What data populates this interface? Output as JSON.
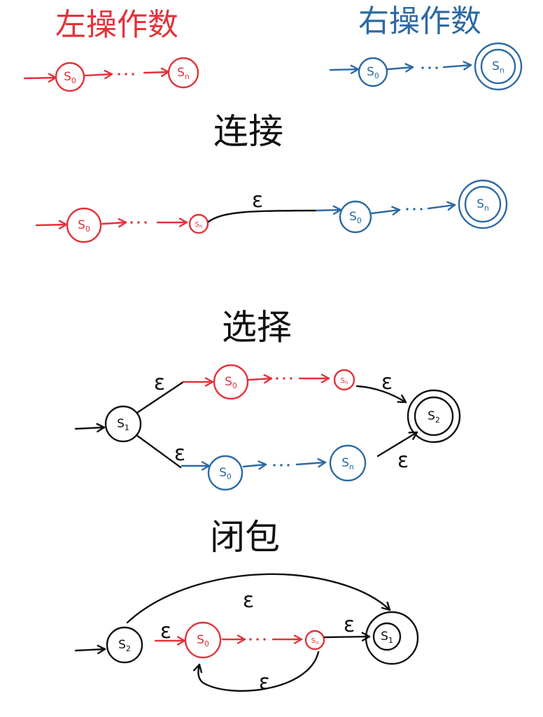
{
  "colors": {
    "left_operand": "#e3323a",
    "right_operand": "#2d6aa3",
    "ink": "#111111",
    "background": "#ffffff"
  },
  "left_operand": {
    "title": "左操作数",
    "states": [
      {
        "letter": "S",
        "sub": "0"
      },
      {
        "letter": "S",
        "sub": "n"
      }
    ]
  },
  "right_operand": {
    "title": "右操作数",
    "states": [
      {
        "letter": "S",
        "sub": "0"
      },
      {
        "letter": "S",
        "sub": "n",
        "accepting": true
      }
    ]
  },
  "concatenation": {
    "title": "连接",
    "edge_label": "ε",
    "left_states": [
      {
        "letter": "S",
        "sub": "0"
      },
      {
        "letter": "S",
        "sub": "n"
      }
    ],
    "right_states": [
      {
        "letter": "S",
        "sub": "0"
      },
      {
        "letter": "S",
        "sub": "n",
        "accepting": true
      }
    ]
  },
  "alternation": {
    "title": "选择",
    "start": {
      "letter": "S",
      "sub": "1"
    },
    "final": {
      "letter": "S",
      "sub": "2",
      "accepting": true
    },
    "upper_states": [
      {
        "letter": "S",
        "sub": "0"
      },
      {
        "letter": "S",
        "sub": "n"
      }
    ],
    "lower_states": [
      {
        "letter": "S",
        "sub": "0"
      },
      {
        "letter": "S",
        "sub": "n"
      }
    ],
    "edge_labels": [
      "ε",
      "ε",
      "ε",
      "ε"
    ]
  },
  "closure": {
    "title": "闭包",
    "start": {
      "letter": "S",
      "sub": "2"
    },
    "final": {
      "letter": "S",
      "sub": "1",
      "accepting": true
    },
    "inner_states": [
      {
        "letter": "S",
        "sub": "0"
      },
      {
        "letter": "S",
        "sub": "n"
      }
    ],
    "edge_labels": [
      "ε",
      "ε",
      "ε",
      "ε"
    ]
  }
}
